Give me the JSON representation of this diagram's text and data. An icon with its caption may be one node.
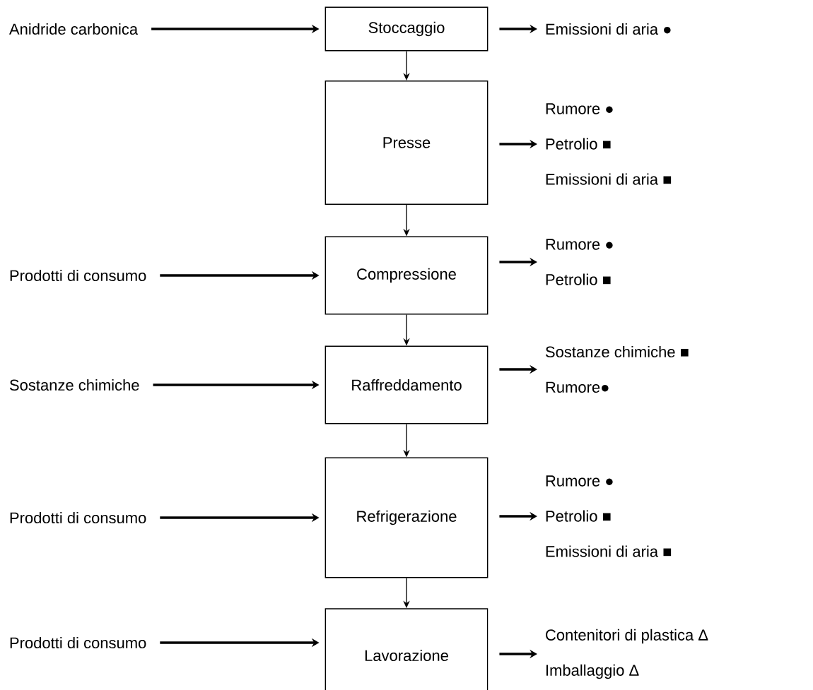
{
  "diagram": {
    "nodes": [
      {
        "text": [
          "Anidride carbonica"
        ]
      },
      {
        "text": [
          "Stoccaggio"
        ]
      },
      {
        "text": [
          "Emissioni di aria ●"
        ]
      },
      {
        "text": [
          "Presse"
        ]
      },
      {
        "text": [
          "Rumore ●",
          "Petrolio ■",
          "Emissioni di aria ■"
        ]
      },
      {
        "text": [
          "Prodotti di consumo"
        ]
      },
      {
        "text": [
          "Compressione"
        ]
      },
      {
        "text": [
          "Rumore ●",
          "Petrolio ■"
        ]
      },
      {
        "text": [
          "Sostanze chimiche"
        ]
      },
      {
        "text": [
          "Raffreddamento"
        ]
      },
      {
        "text": [
          "Sostanze chimiche ■",
          "Rumore●"
        ]
      },
      {
        "text": [
          "Prodotti di consumo"
        ]
      },
      {
        "text": [
          "Refrigerazione"
        ]
      },
      {
        "text": [
          "Rumore ●",
          "Petrolio ■",
          "Emissioni di aria ■"
        ]
      },
      {
        "text": [
          "Prodotti di consumo"
        ]
      },
      {
        "text": [
          "Lavorazione"
        ]
      },
      {
        "text": [
          "Contenitori di plastica Δ",
          "Imballaggio Δ"
        ]
      }
    ],
    "edges": [
      {
        "from": 0,
        "to": 1,
        "arrow": "to"
      },
      {
        "from": 1,
        "to": 2,
        "arrow": "to"
      },
      {
        "from": 1,
        "to": 3,
        "arrow": "to"
      },
      {
        "from": 3,
        "to": 4,
        "arrow": "to"
      },
      {
        "from": 3,
        "to": 6,
        "arrow": "to"
      },
      {
        "from": 5,
        "to": 6,
        "arrow": "to"
      },
      {
        "from": 6,
        "to": 7,
        "arrow": "to"
      },
      {
        "from": 6,
        "to": 9,
        "arrow": "to"
      },
      {
        "from": 8,
        "to": 9,
        "arrow": "to"
      },
      {
        "from": 9,
        "to": 10,
        "arrow": "to"
      },
      {
        "from": 9,
        "to": 12,
        "arrow": "to"
      },
      {
        "from": 11,
        "to": 12,
        "arrow": "to"
      },
      {
        "from": 12,
        "to": 13,
        "arrow": "to"
      },
      {
        "from": 12,
        "to": 15,
        "arrow": "to"
      },
      {
        "from": 14,
        "to": 15,
        "arrow": "to"
      },
      {
        "from": 15,
        "to": 16,
        "arrow": "to"
      }
    ]
  }
}
